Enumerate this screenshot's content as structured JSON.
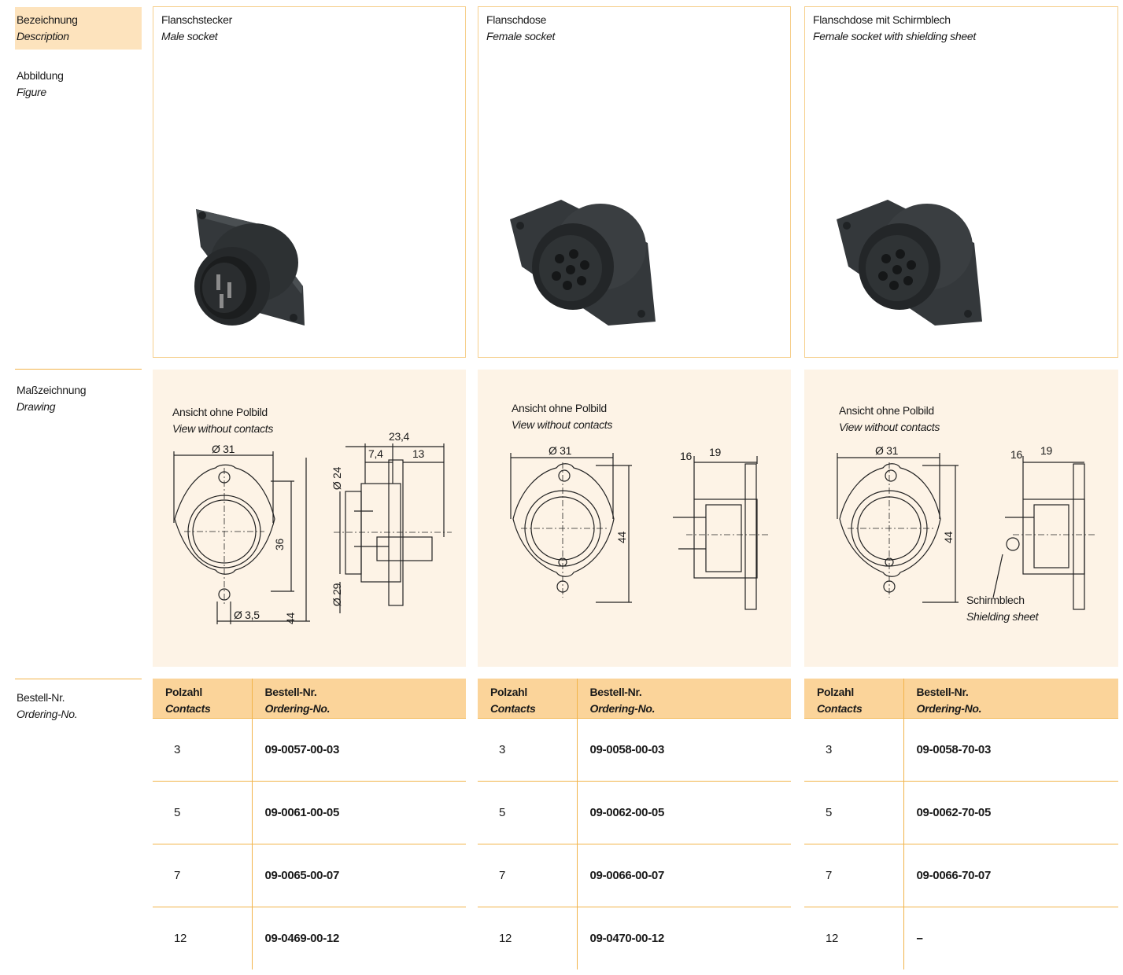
{
  "sidebar": {
    "description": {
      "de": "Bezeichnung",
      "en": "Description"
    },
    "figure": {
      "de": "Abbildung",
      "en": "Figure"
    },
    "drawing": {
      "de": "Maßzeichnung",
      "en": "Drawing"
    },
    "ordering": {
      "de": "Bestell-Nr.",
      "en": "Ordering-No."
    }
  },
  "products": [
    {
      "title_de": "Flanschstecker",
      "title_en": "Male socket",
      "drawing": {
        "view_de": "Ansicht ohne Polbild",
        "view_en": "View without contacts",
        "dims": {
          "d31": "Ø 31",
          "h36": "36",
          "h44": "44",
          "d35": "Ø 3,5",
          "w234": "23,4",
          "w74": "7,4",
          "w13": "13",
          "d24": "Ø 24",
          "d29": "Ø 29"
        }
      },
      "table": {
        "col1": {
          "de": "Polzahl",
          "en": "Contacts"
        },
        "col2": {
          "de": "Bestell-Nr.",
          "en": "Ordering-No."
        },
        "rows": [
          {
            "contacts": "3",
            "number": "09-0057-00-03"
          },
          {
            "contacts": "5",
            "number": "09-0061-00-05"
          },
          {
            "contacts": "7",
            "number": "09-0065-00-07"
          },
          {
            "contacts": "12",
            "number": "09-0469-00-12"
          }
        ]
      }
    },
    {
      "title_de": "Flanschdose",
      "title_en": "Female socket",
      "drawing": {
        "view_de": "Ansicht ohne Polbild",
        "view_en": "View without contacts",
        "dims": {
          "d31": "Ø 31",
          "h44": "44",
          "w16": "16",
          "w19": "19"
        }
      },
      "table": {
        "col1": {
          "de": "Polzahl",
          "en": "Contacts"
        },
        "col2": {
          "de": "Bestell-Nr.",
          "en": "Ordering-No."
        },
        "rows": [
          {
            "contacts": "3",
            "number": "09-0058-00-03"
          },
          {
            "contacts": "5",
            "number": "09-0062-00-05"
          },
          {
            "contacts": "7",
            "number": "09-0066-00-07"
          },
          {
            "contacts": "12",
            "number": "09-0470-00-12"
          }
        ]
      }
    },
    {
      "title_de": "Flanschdose mit Schirmblech",
      "title_en": "Female socket with shielding sheet",
      "drawing": {
        "view_de": "Ansicht ohne Polbild",
        "view_en": "View without contacts",
        "dims": {
          "d31": "Ø 31",
          "h44": "44",
          "w16": "16",
          "w19": "19"
        },
        "shield_de": "Schirmblech",
        "shield_en": "Shielding sheet"
      },
      "table": {
        "col1": {
          "de": "Polzahl",
          "en": "Contacts"
        },
        "col2": {
          "de": "Bestell-Nr.",
          "en": "Ordering-No."
        },
        "rows": [
          {
            "contacts": "3",
            "number": "09-0058-70-03"
          },
          {
            "contacts": "5",
            "number": "09-0062-70-05"
          },
          {
            "contacts": "7",
            "number": "09-0066-70-07"
          },
          {
            "contacts": "12",
            "number": "–"
          }
        ]
      }
    }
  ],
  "colors": {
    "accent": "#f2b44a",
    "header_fill": "#fde3bd",
    "table_header": "#fbd49a",
    "drawing_bg": "#fdf3e6",
    "connector": "#2e3133"
  }
}
